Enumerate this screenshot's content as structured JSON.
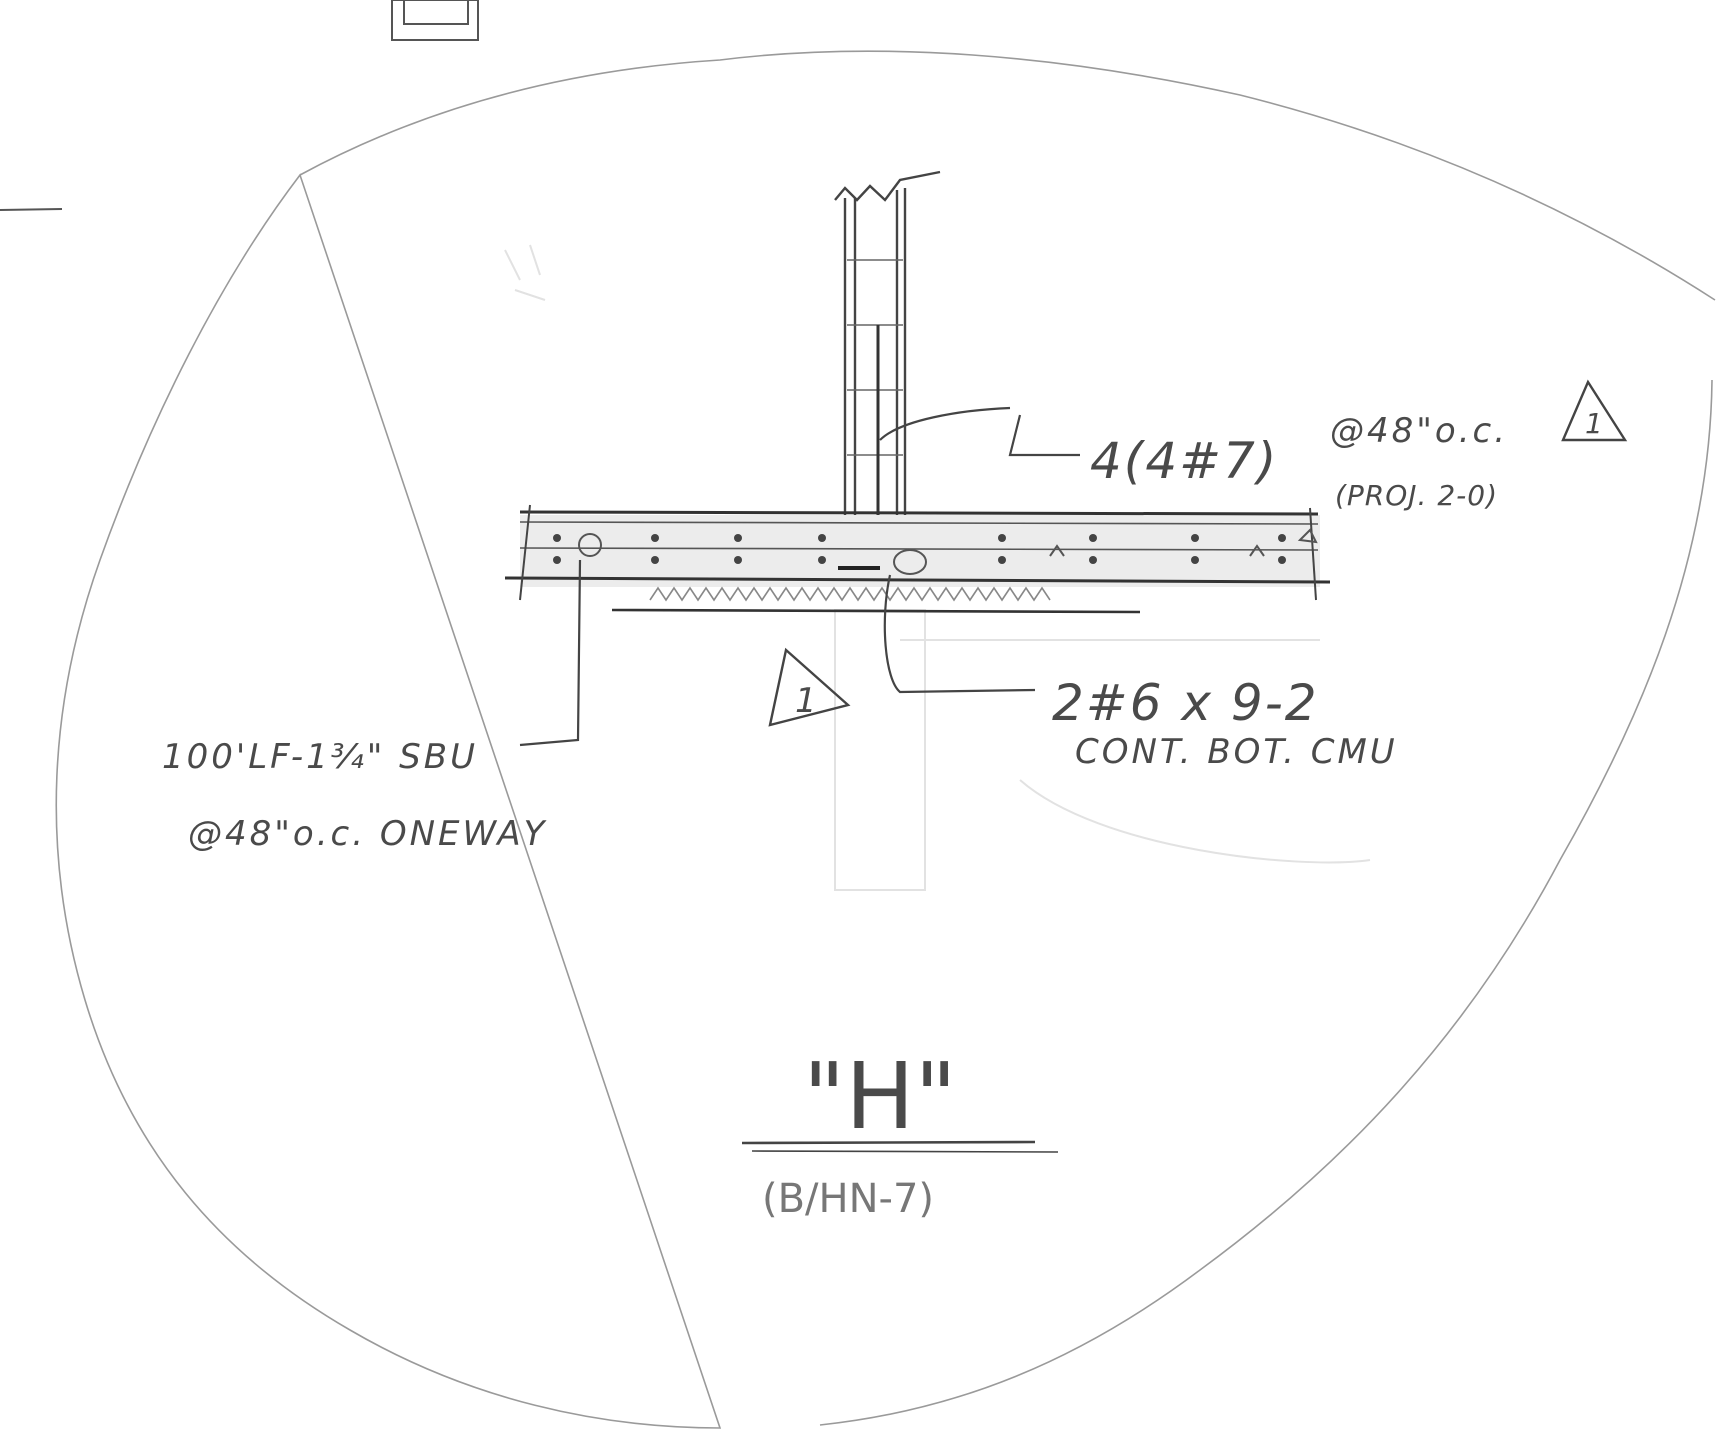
{
  "diagram": {
    "callouts": {
      "dowel_main": "4(4#7)",
      "dowel_spacing": "@48\"o.c.",
      "dowel_projection": "(PROJ. 2-0)",
      "revision_right": "1",
      "revision_left": "1",
      "bond_beam": "2#6 x 9-2",
      "bond_beam_note": "CONT. BOT. CMU",
      "shear_bolt": "100'LF-1¾\" SBU",
      "shear_bolt_spacing": "@48\"o.c. ONEWAY"
    },
    "detail": {
      "mark": "\"H\"",
      "reference": "(B/HN-7)"
    }
  }
}
